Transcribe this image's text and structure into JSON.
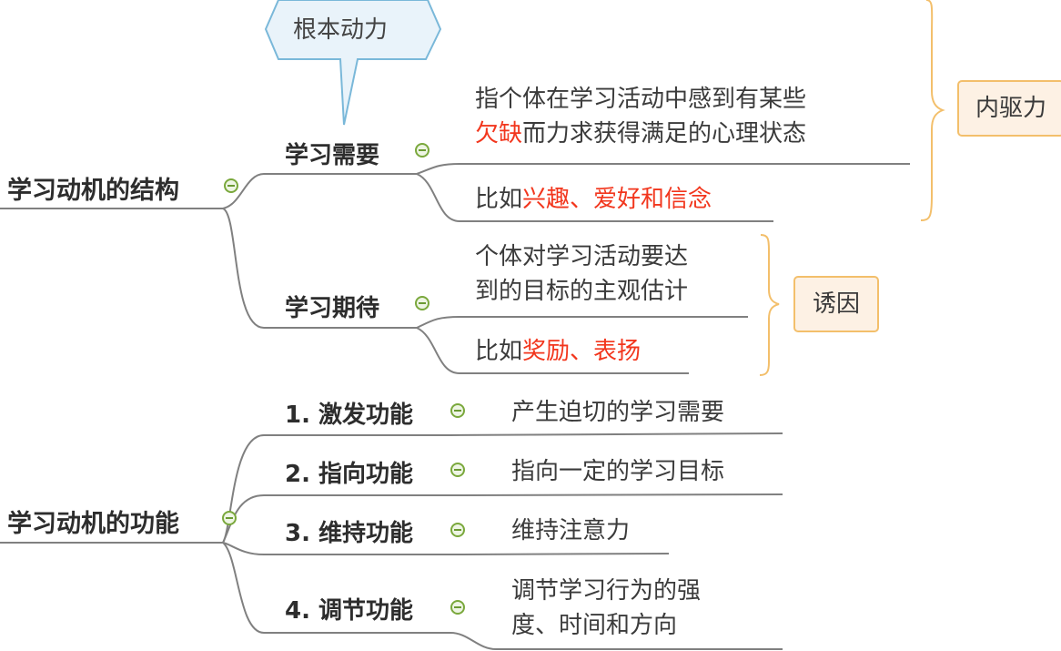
{
  "callout": {
    "label": "根本动力",
    "border": "#7ab8d9",
    "fill": "#e9f3fa"
  },
  "structure": {
    "label": "学习动机的结构",
    "children": [
      {
        "label": "学习需要",
        "leaves": [
          {
            "line1": "指个体在学习活动中感到有某些",
            "line2_red": "欠缺",
            "line2_rest": "而力求获得满足的心理状态"
          },
          {
            "prefix": "比如",
            "red": "兴趣、爱好和信念"
          }
        ]
      },
      {
        "label": "学习期待",
        "leaves": [
          {
            "line1": "个体对学习活动要达",
            "line2": "到的目标的主观估计"
          },
          {
            "prefix": "比如",
            "red": "奖励、表扬"
          }
        ]
      }
    ],
    "brackets": [
      {
        "label": "内驱力",
        "covers": "学习需要"
      },
      {
        "label": "诱因",
        "covers": "学习期待"
      }
    ]
  },
  "function": {
    "label": "学习动机的功能",
    "children": [
      {
        "label": "1. 激发功能",
        "leaf": "产生迫切的学习需要"
      },
      {
        "label": "2. 指向功能",
        "leaf": "指向一定的学习目标"
      },
      {
        "label": "3. 维持功能",
        "leaf": "维持注意力"
      },
      {
        "label": "4. 调节功能",
        "leaf_line1": "调节学习行为的强",
        "leaf_line2": "度、时间和方向"
      }
    ]
  },
  "colors": {
    "line": "#7a7a7a",
    "accent_red": "#f2361d",
    "bracket": "#f3bf6b",
    "toggle": "#7aa83c"
  }
}
